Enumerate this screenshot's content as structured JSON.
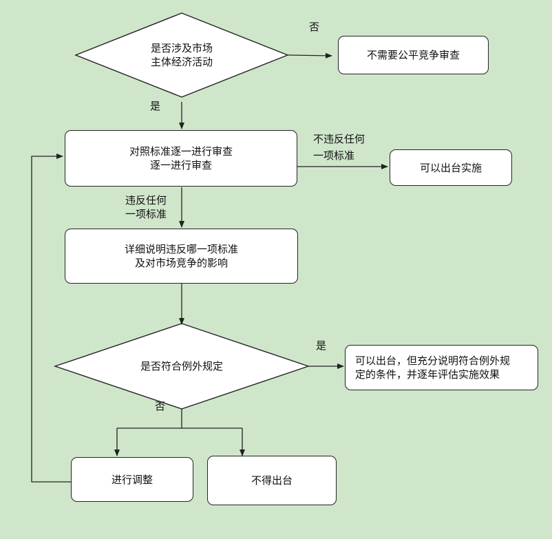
{
  "nodes": {
    "decision_market": [
      "是否涉及市场",
      "主体经济活动"
    ],
    "no_review": "不需要公平竞争审查",
    "review": [
      "对照标准逐一进行审查",
      "逐一进行审查"
    ],
    "implement": "可以出台实施",
    "explain": [
      "详细说明违反哪一项标准",
      "及对市场竞争的影响"
    ],
    "decision_exception": "是否符合例外规定",
    "conditional": [
      "可以出台，但充分说明符合例外规",
      "定的条件，并逐年评估实施效果"
    ],
    "adjust": "进行调整",
    "not_allowed": "不得出台"
  },
  "labels": {
    "no_top": "否",
    "yes_top": "是",
    "no_violation": [
      "不违反任何",
      "一项标准"
    ],
    "violation": [
      "违反任何",
      "一项标准"
    ],
    "yes_exception": "是",
    "no_exception": "否"
  },
  "colors": {
    "background": "#cfe6cb",
    "node_fill": "#ffffff",
    "stroke": "#222222"
  }
}
